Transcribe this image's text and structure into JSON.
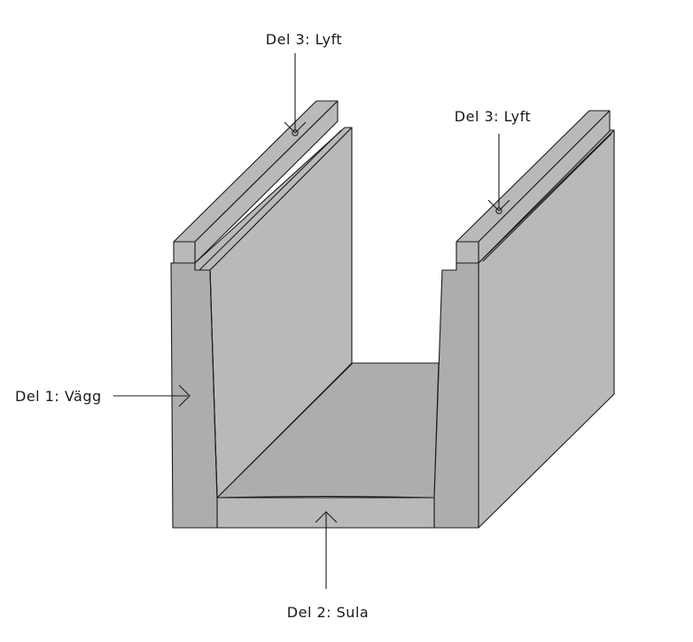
{
  "diagram": {
    "labels": {
      "lift_left": "Del 3: Lyft",
      "lift_right": "Del 3: Lyft",
      "wall": "Del 1: Vägg",
      "sole": "Del 2: Sula"
    },
    "colors": {
      "concrete": "#b9b9b9",
      "concrete_dark": "#adadad",
      "line": "#1a1a1a",
      "background": "#ffffff"
    }
  }
}
